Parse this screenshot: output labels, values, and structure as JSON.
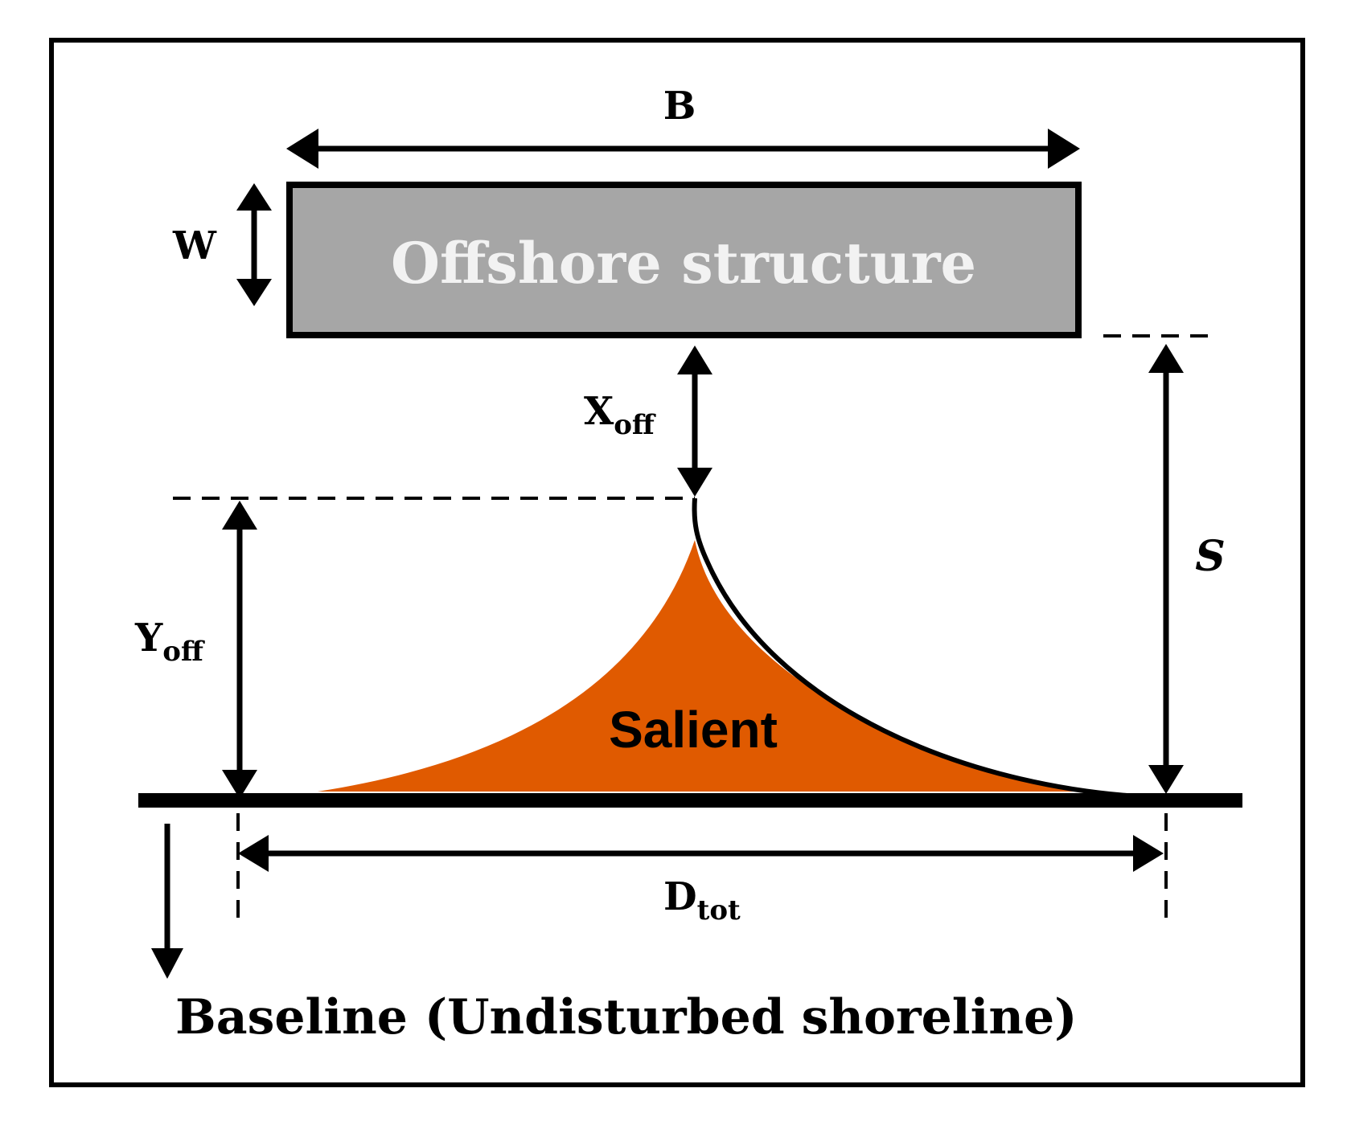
{
  "labels": {
    "b": "B",
    "w": "W",
    "structure": "Offshore structure",
    "x_main": "X",
    "x_sub": "off",
    "y_main": "Y",
    "y_sub": "off",
    "s": "S",
    "salient": "Salient",
    "d_main": "D",
    "d_sub": "tot",
    "baseline": "Baseline (Undisturbed shoreline)"
  },
  "colors": {
    "structure_fill": "#a6a6a6",
    "structure_text": "#f2f2f2",
    "salient_fill": "#e05a00",
    "line": "#000000"
  }
}
